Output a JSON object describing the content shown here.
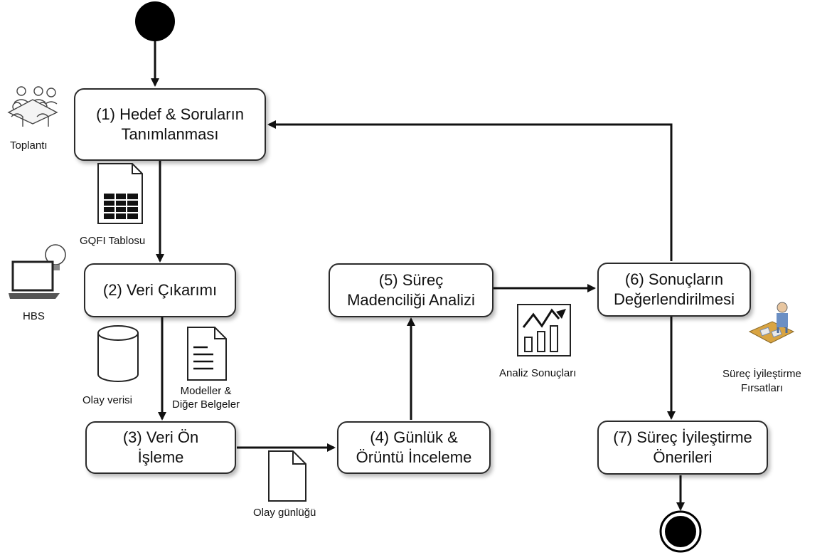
{
  "steps": {
    "s1": {
      "line1": "(1) Hedef & Soruların",
      "line2": "Tanımlanması"
    },
    "s2": {
      "line1": "(2) Veri Çıkarımı"
    },
    "s3": {
      "line1": "(3) Veri Ön",
      "line2": "İşleme"
    },
    "s4": {
      "line1": "(4) Günlük &",
      "line2": "Örüntü İnceleme"
    },
    "s5": {
      "line1": "(5) Süreç",
      "line2": "Madenciliği Analizi"
    },
    "s6": {
      "line1": "(6) Sonuçların",
      "line2": "Değerlendirilmesi"
    },
    "s7": {
      "line1": "(7) Süreç İyileştirme",
      "line2": "Önerileri"
    }
  },
  "artifacts": {
    "toplanti": "Toplantı",
    "gqfi": "GQFI Tablosu",
    "hbs": "HBS",
    "olay_verisi": "Olay verisi",
    "modeller_line1": "Modeller &",
    "modeller_line2": "Diğer Belgeler",
    "olay_gunlugu": "Olay günlüğü",
    "analiz_sonuclari": "Analiz Sonuçları",
    "firsatlar_line1": "Süreç İyileştirme",
    "firsatlar_line2": "Fırsatları"
  },
  "icons": [
    "meeting-icon",
    "spreadsheet-icon",
    "laptop-idea-icon",
    "database-icon",
    "document-icon",
    "file-icon",
    "chart-icon",
    "worker-icon"
  ],
  "colors": {
    "line": "#111111",
    "box_border": "#2b2b2b",
    "icon_blue": "#6b8fc4",
    "icon_orange": "#d9a441"
  }
}
